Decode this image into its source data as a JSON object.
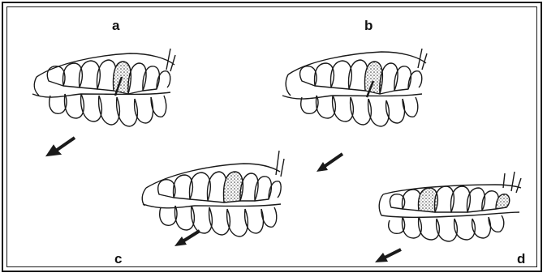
{
  "panels": [
    {
      "id": "a",
      "label": "a"
    },
    {
      "id": "b",
      "label": "b"
    },
    {
      "id": "c",
      "label": "c"
    },
    {
      "id": "d",
      "label": "d"
    }
  ],
  "colors": {
    "ink": "#1a1a1a",
    "shade": "#8a8a8a"
  }
}
